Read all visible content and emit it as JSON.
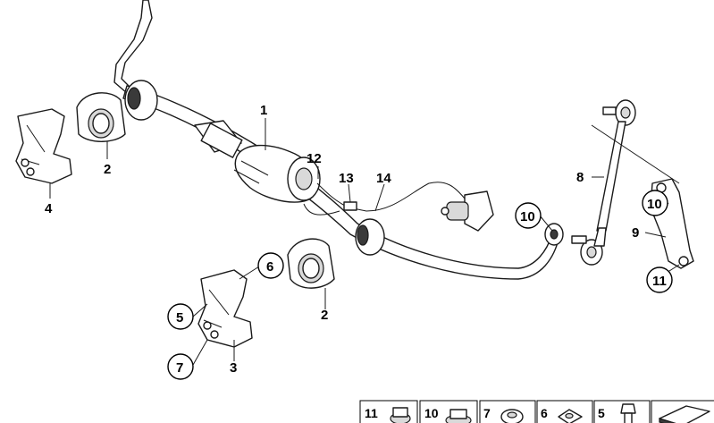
{
  "callouts": {
    "c1": "1",
    "c2a": "2",
    "c2b": "2",
    "c3": "3",
    "c4": "4",
    "c5": "5",
    "c6": "6",
    "c7": "7",
    "c8": "8",
    "c9": "9",
    "c10a": "10",
    "c10b": "10",
    "c11": "11",
    "c12": "12",
    "c13": "13",
    "c14": "14"
  },
  "legend": {
    "items": [
      {
        "label": "11",
        "icon": "nut-icon"
      },
      {
        "label": "10",
        "icon": "collar-nut-icon"
      },
      {
        "label": "7",
        "icon": "hex-nut-icon"
      },
      {
        "label": "6",
        "icon": "square-nut-icon"
      },
      {
        "label": "5",
        "icon": "bolt-icon"
      },
      {
        "label": "",
        "icon": "wedge-icon"
      }
    ]
  }
}
